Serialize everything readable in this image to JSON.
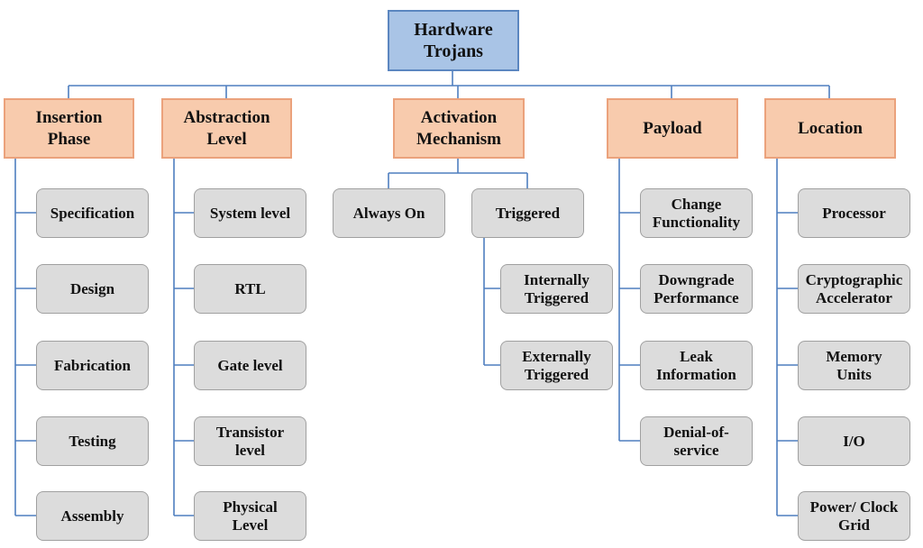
{
  "root": "Hardware\nTrojans",
  "categories": [
    {
      "label": "Insertion\nPhase",
      "children": [
        "Specification",
        "Design",
        "Fabrication",
        "Testing",
        "Assembly"
      ]
    },
    {
      "label": "Abstraction\nLevel",
      "children": [
        "System level",
        "RTL",
        "Gate level",
        "Transistor\nlevel",
        "Physical\nLevel"
      ]
    },
    {
      "label": "Activation\nMechanism",
      "children": [
        "Always On",
        "Triggered"
      ],
      "triggered_children": [
        "Internally\nTriggered",
        "Externally\nTriggered"
      ]
    },
    {
      "label": "Payload",
      "children": [
        "Change\nFunctionality",
        "Downgrade\nPerformance",
        "Leak\nInformation",
        "Denial-of-\nservice"
      ]
    },
    {
      "label": "Location",
      "children": [
        "Processor",
        "Cryptographic\nAccelerator",
        "Memory\nUnits",
        "I/O",
        "Power/ Clock\nGrid"
      ]
    }
  ],
  "colors": {
    "root": "#a9c4e6",
    "category": "#f8cbad",
    "leaf": "#dcdcdc",
    "line": "#4f7fbf"
  }
}
